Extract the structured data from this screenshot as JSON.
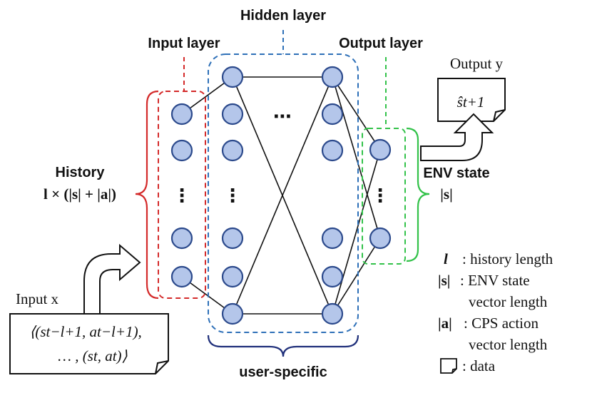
{
  "labels": {
    "hidden_layer": "Hidden layer",
    "input_layer": "Input layer",
    "output_layer": "Output layer",
    "history": "History",
    "history_formula": "l × (|s| + |a|)",
    "env_state": "ENV state",
    "env_state_formula": "|s|",
    "user_specific": "user-specific",
    "output_title": "Output y",
    "output_value": "ŝt+1",
    "input_title": "Input x",
    "input_line1": "⟨(st−l+1, at−l+1),",
    "input_line2": "… , (st, at)⟩"
  },
  "legend": [
    {
      "key": "l",
      "text": ": history length"
    },
    {
      "key": "|s|",
      "text": ": ENV state"
    },
    {
      "key": "",
      "text": "vector length"
    },
    {
      "key": "|a|",
      "text": ": CPS action"
    },
    {
      "key": "",
      "text": "vector length"
    },
    {
      "key": "data-icon",
      "text": ": data"
    }
  ],
  "colors": {
    "input": "#d42a2a",
    "hidden": "#2e70b8",
    "output": "#33c24a",
    "node_fill": "#b4c6ea",
    "node_stroke": "#2c4a8c",
    "brace_user": "#1f2f7a"
  },
  "ellipsis": "⋮",
  "ellipsis_h": "⋯"
}
